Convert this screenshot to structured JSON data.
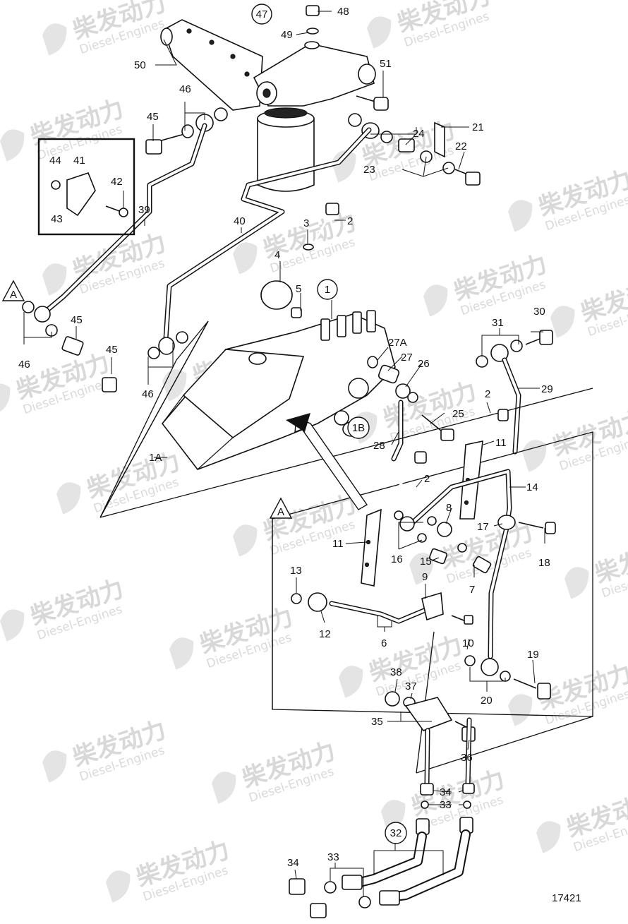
{
  "figure_number": "17421",
  "watermark": {
    "brand_cn": "柴发动力",
    "brand_en": "Diesel-Engines"
  },
  "inset_box_parts": [
    "44",
    "41",
    "42",
    "43"
  ],
  "section_marker": "A",
  "circled_callouts": [
    "47",
    "1",
    "1B",
    "32"
  ],
  "callouts": [
    "48",
    "49",
    "50",
    "51",
    "46",
    "45",
    "21",
    "24",
    "22",
    "23",
    "39",
    "40",
    "2",
    "3",
    "4",
    "5",
    "46",
    "45",
    "46",
    "1A",
    "27A",
    "27",
    "26",
    "25",
    "28",
    "30",
    "31",
    "29",
    "2",
    "11",
    "14",
    "2",
    "8",
    "17",
    "18",
    "11",
    "16",
    "15",
    "7",
    "13",
    "12",
    "9",
    "6",
    "10",
    "19",
    "20",
    "38",
    "37",
    "35",
    "36",
    "34",
    "33",
    "34",
    "33"
  ]
}
